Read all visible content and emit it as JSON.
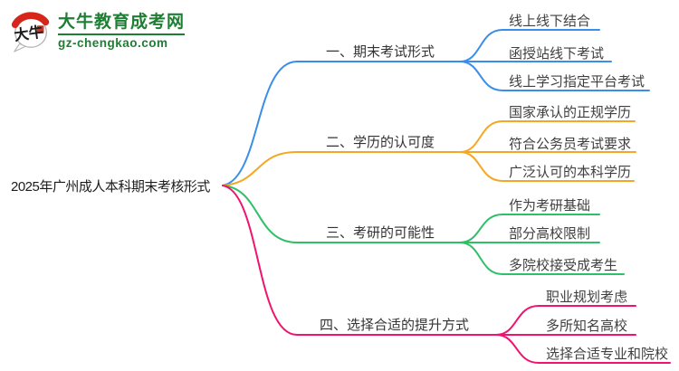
{
  "logo": {
    "site_name": "大牛教育成考网",
    "domain": "gz-chengkao.com",
    "icon_text": "大牛",
    "brand_green": "#1e7e34",
    "accent_red": "#d6251b"
  },
  "center": {
    "title": "2025年广州成人本科期末考核形式"
  },
  "branches": [
    {
      "label": "一、期末考试形式",
      "color": "#3a8ee9",
      "children": [
        "线上线下结合",
        "函授站线下考试",
        "线上学习指定平台考试"
      ]
    },
    {
      "label": "二、学历的认可度",
      "color": "#f5a623",
      "children": [
        "国家承认的正规学历",
        "符合公务员考试要求",
        "广泛认可的本科学历"
      ]
    },
    {
      "label": "三、考研的可能性",
      "color": "#2fbf68",
      "children": [
        "作为考研基础",
        "部分高校限制",
        "多院校接受成考生"
      ]
    },
    {
      "label": "四、选择合适的提升方式",
      "color": "#f1136f",
      "children": [
        "职业规划考虑",
        "多所知名高校",
        "选择合适专业和院校"
      ]
    }
  ]
}
